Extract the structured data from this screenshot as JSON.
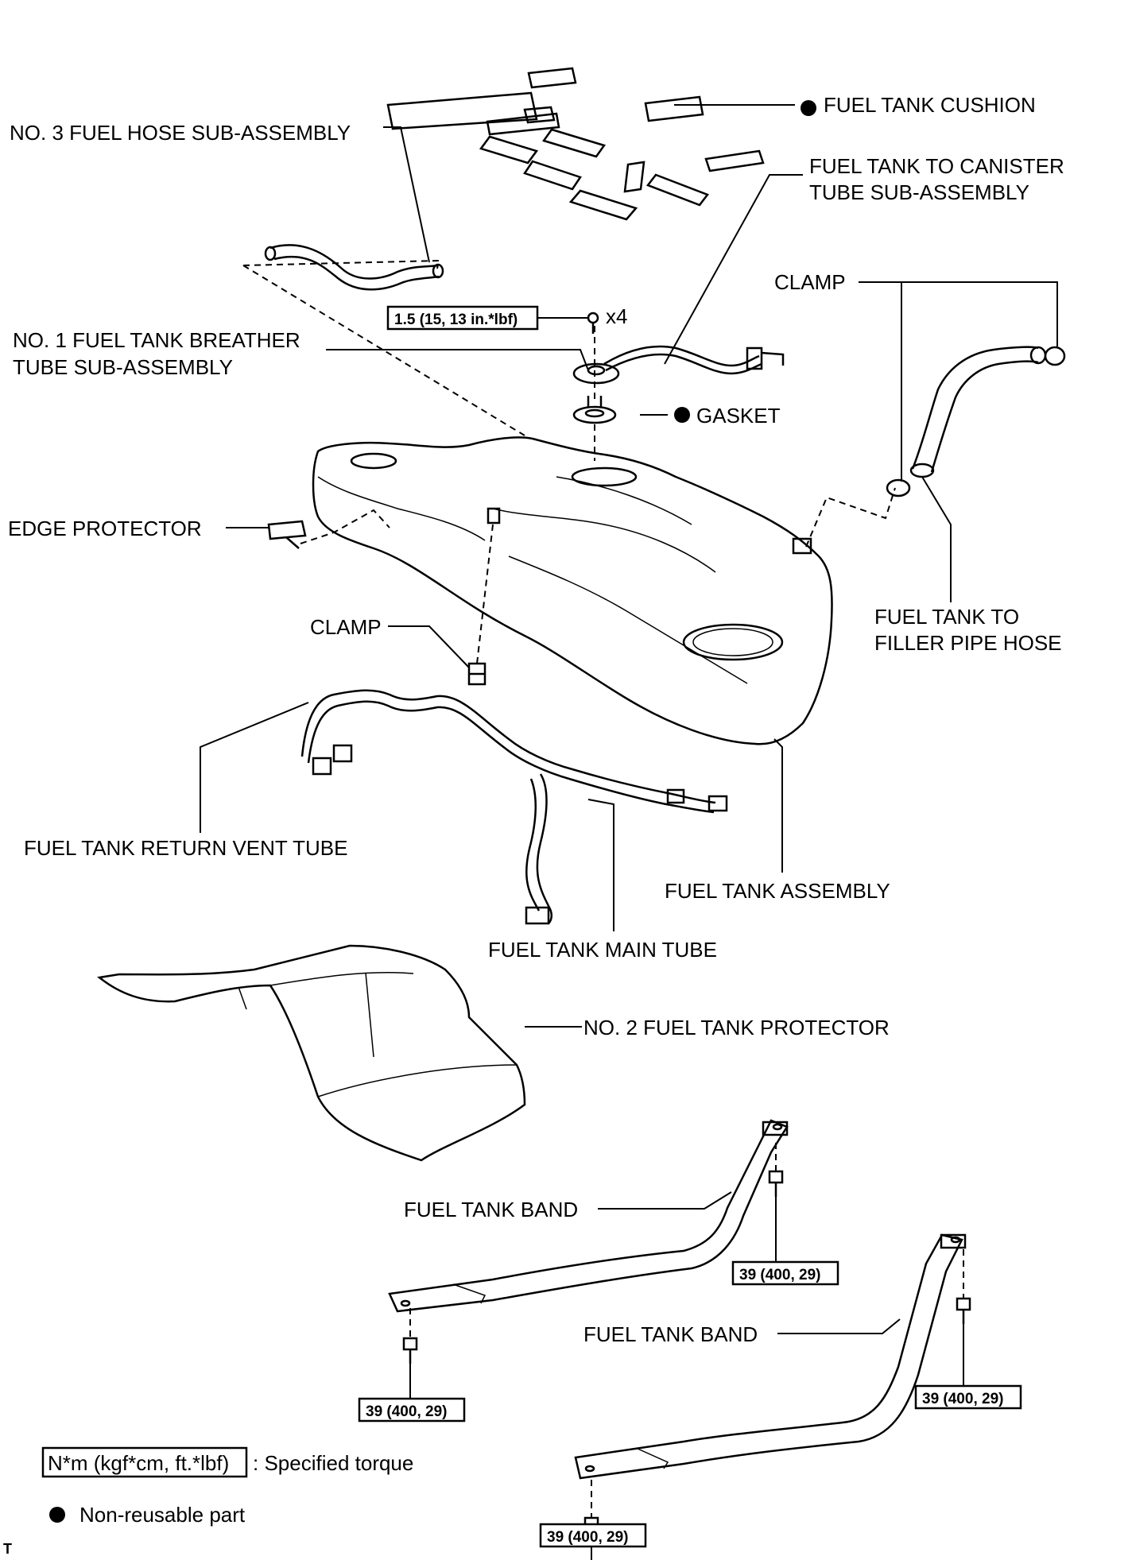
{
  "labels": {
    "fuel_tank_cushion": "FUEL TANK CUSHION",
    "no3_fuel_hose": "NO. 3 FUEL HOSE SUB-ASSEMBLY",
    "canister_tube_1": "FUEL TANK TO CANISTER",
    "canister_tube_2": "TUBE SUB-ASSEMBLY",
    "clamp_top": "CLAMP",
    "breather_tube_1": "NO. 1 FUEL TANK BREATHER",
    "breather_tube_2": "TUBE SUB-ASSEMBLY",
    "gasket": "GASKET",
    "edge_protector": "EDGE PROTECTOR",
    "clamp_mid": "CLAMP",
    "filler_hose_1": "FUEL TANK TO",
    "filler_hose_2": "FILLER PIPE HOSE",
    "return_vent_tube": "FUEL TANK RETURN VENT TUBE",
    "tank_assembly": "FUEL TANK ASSEMBLY",
    "main_tube": "FUEL TANK MAIN TUBE",
    "no2_protector": "NO. 2 FUEL TANK PROTECTOR",
    "band_1": "FUEL TANK BAND",
    "band_2": "FUEL TANK BAND"
  },
  "torques": {
    "breather_bolts": "1.5 (15, 13 in.*lbf)",
    "breather_qty": "x4",
    "band1_rear": "39 (400, 29)",
    "band1_front": "39 (400, 29)",
    "band2_rear": "39 (400, 29)",
    "band2_front": "39 (400, 29)"
  },
  "legend": {
    "torque_box": "N*m (kgf*cm, ft.*lbf)",
    "torque_text": ": Specified torque",
    "nonreusable_text": "Non-reusable part"
  },
  "corner_mark": "T"
}
